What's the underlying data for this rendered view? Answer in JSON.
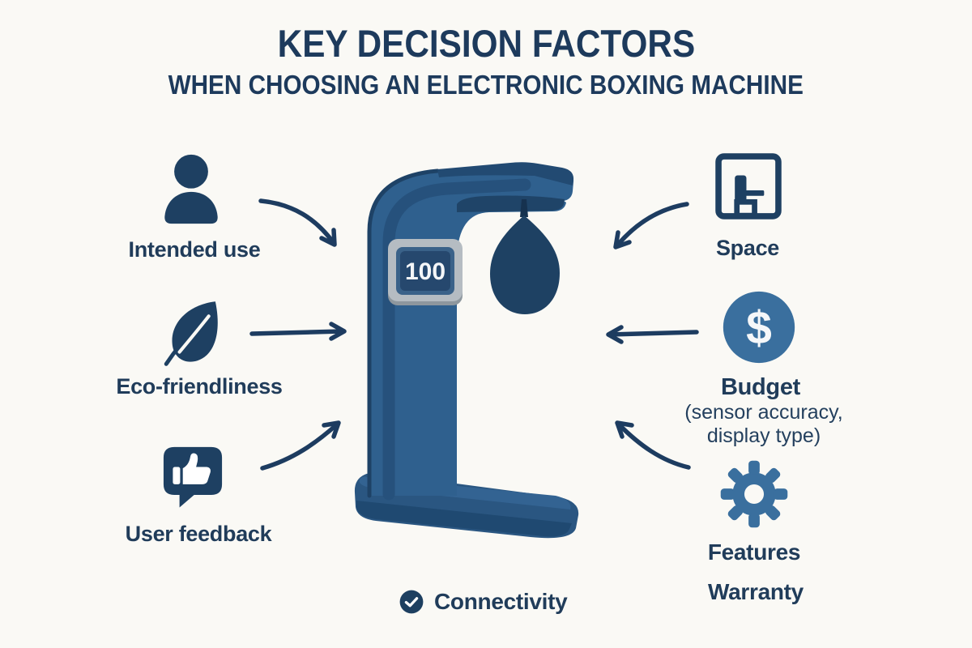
{
  "title": "KEY DECISION FACTORS",
  "subtitle": "WHEN CHOOSING AN ELECTRONIC BOXING MACHINE",
  "machine": {
    "name": "electronic boxing machine",
    "display_value": "100"
  },
  "icons": {
    "budget_dollar_glyph": "$"
  },
  "factors": {
    "left": [
      {
        "icon": "person-icon",
        "label": "Intended use"
      },
      {
        "icon": "leaf-icon",
        "label": "Eco-friendliness"
      },
      {
        "icon": "thumbs-up-speech-bubble-icon",
        "label": "User feedback"
      }
    ],
    "right": [
      {
        "icon": "room-space-icon",
        "label": "Space"
      },
      {
        "icon": "dollar-circle-icon",
        "label": "Budget",
        "sublabel_line1": "(sensor accuracy,",
        "sublabel_line2": "display type)"
      },
      {
        "icon": "gear-icon",
        "label": "Features"
      },
      {
        "label": "Warranty"
      }
    ],
    "bottom": [
      {
        "icon": "check-circle-icon",
        "label": "Connectivity"
      }
    ]
  },
  "colors": {
    "navy": "#1d3c60",
    "steel_blue": "#3a6f9e",
    "machine_body": "#2f608e",
    "machine_shadow": "#26517c",
    "bag": "#1e4163",
    "display_screen": "#26486e",
    "display_bezel": "#b5bcc2",
    "background": "#faf9f5"
  }
}
